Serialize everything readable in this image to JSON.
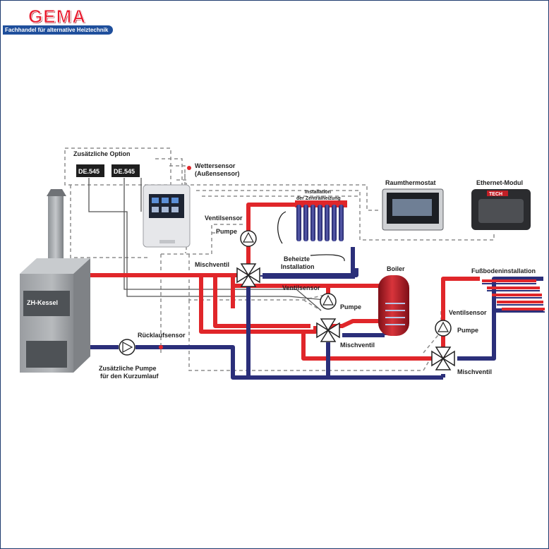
{
  "logo": {
    "word": "GEMA",
    "tagline": "Fachhandel für alternative Heiztechnik"
  },
  "diagram": {
    "option_title": "Zusätzliche Option",
    "module_1": "DE.545",
    "module_2": "DE.545",
    "weather_sensor_line1": "Wettersensor",
    "weather_sensor_line2": "(Außensensor)",
    "room_thermostat": "Raumthermostat",
    "ethernet_module": "Ethernet-Modul",
    "controller_brand": "TECH",
    "installation_line1": "Installation",
    "installation_line2": "der Zentralheizung",
    "heated_line1": "Beheizte",
    "heated_line2": "Installation",
    "boiler_main": "ZH-Kessel",
    "boiler_tank": "Boiler",
    "floor_installation": "Fußbodeninstallation",
    "valve_sensor_1": "Ventilsensor",
    "pump_1": "Pumpe",
    "mixing_valve_1": "Mischventil",
    "valve_sensor_2": "Ventilsensor",
    "pump_2": "Pumpe",
    "mixing_valve_2": "Mischventil",
    "valve_sensor_3": "Ventilsensor",
    "pump_3": "Pumpe",
    "mixing_valve_3": "Mischventil",
    "return_sensor": "Rücklaufsensor",
    "extra_pump_line1": "Zusätzliche Pumpe",
    "extra_pump_line2": "für den Kurzumlauf"
  },
  "colors": {
    "hot_pipe": "#e0262a",
    "cold_pipe": "#2b2f7a",
    "border": "#1f3b6e",
    "logo_red": "#e8192c",
    "logo_blue": "#1f4f9c"
  }
}
